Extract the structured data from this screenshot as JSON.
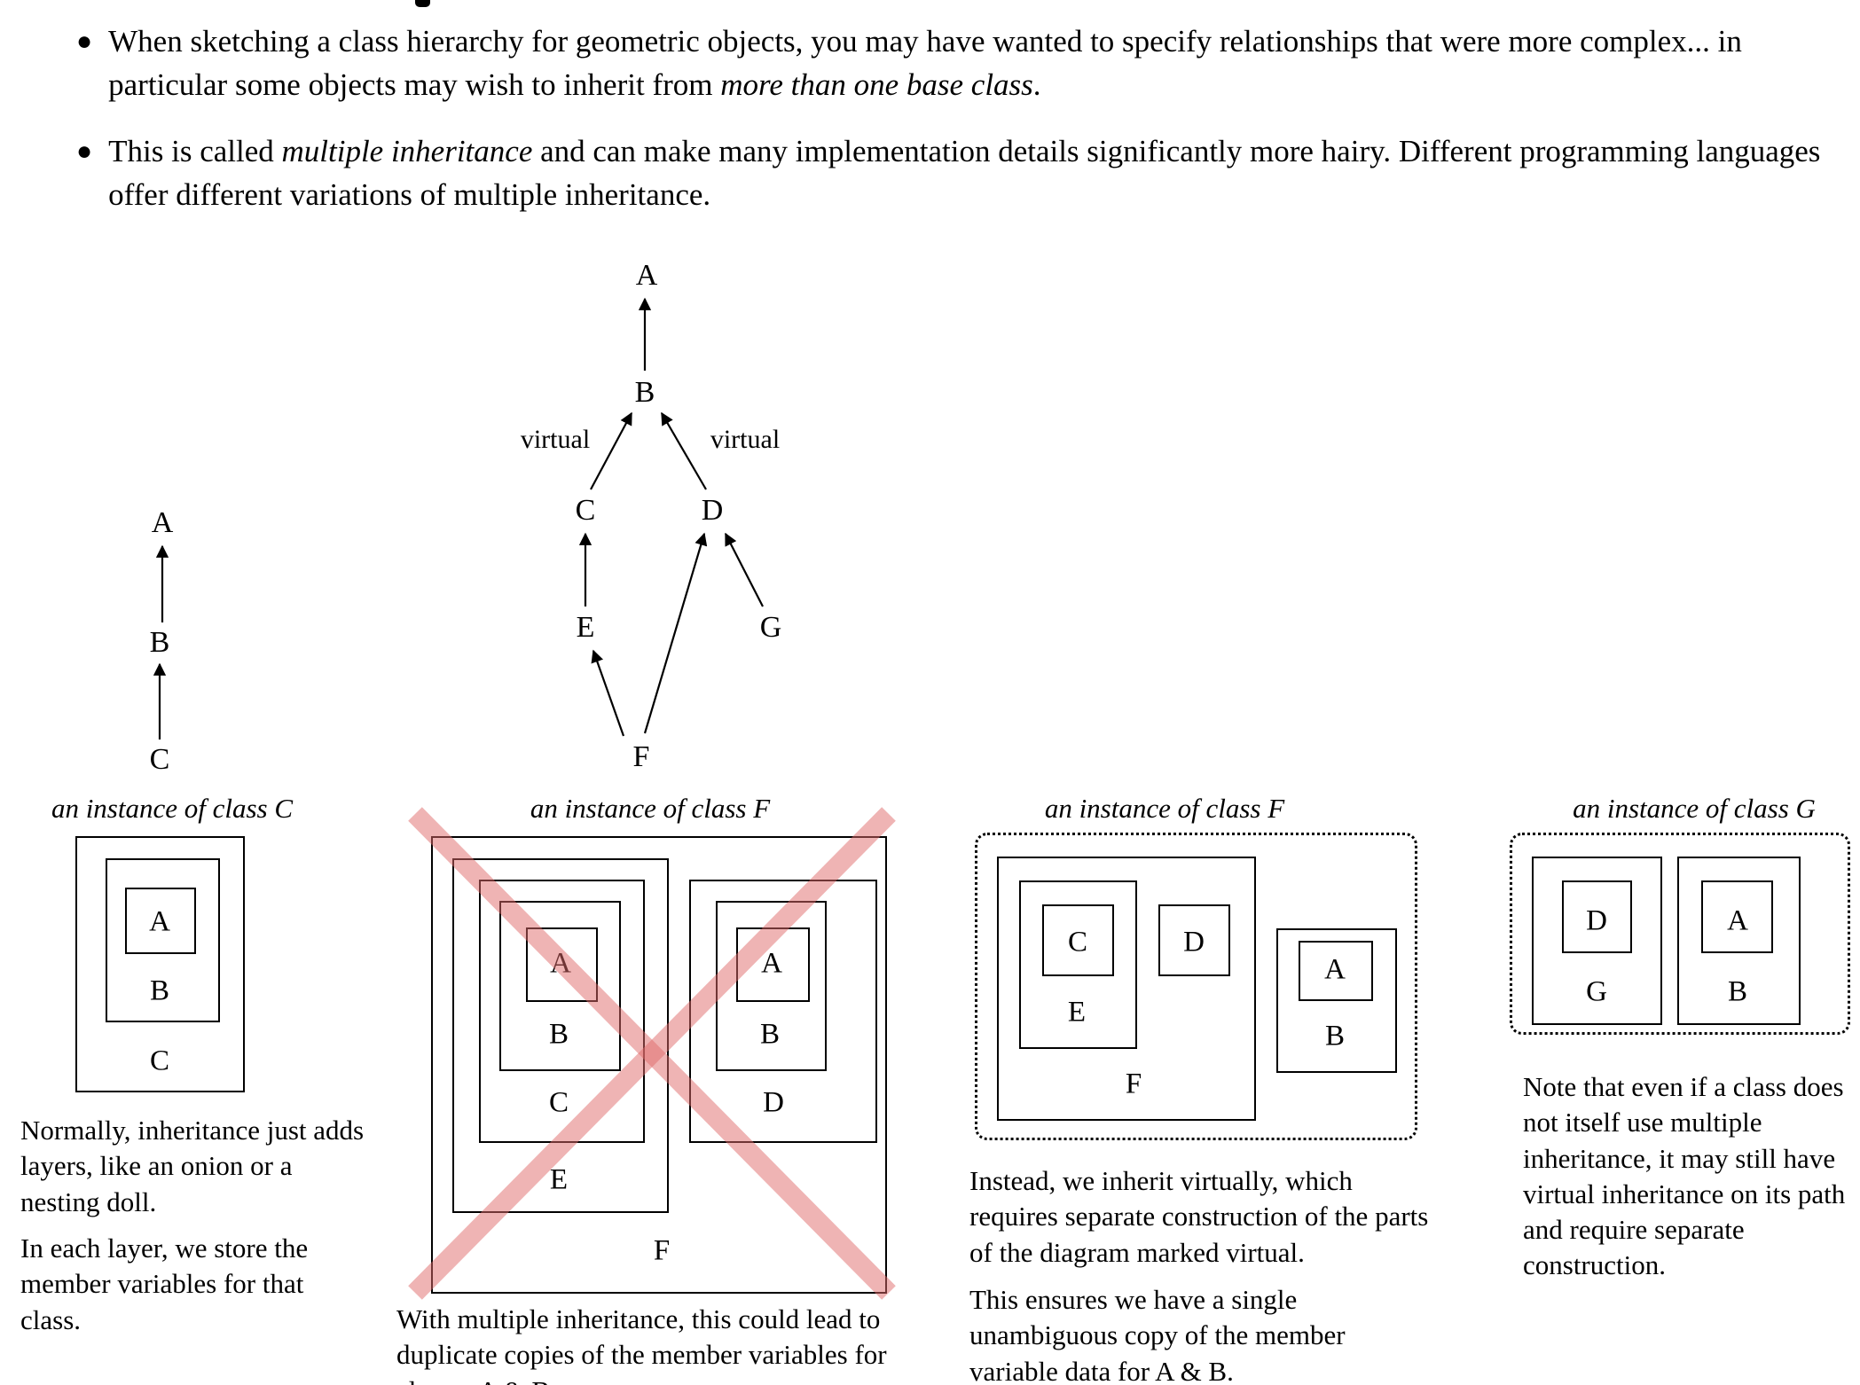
{
  "class_labels": {
    "A": "A",
    "B": "B",
    "C": "C",
    "D": "D",
    "E": "E",
    "F": "F",
    "G": "G"
  },
  "hierarchy": {
    "virtual_left": "virtual",
    "virtual_right": "virtual"
  },
  "bullets": [
    {
      "pre": "When sketching a class hierarchy for geometric objects, you may have wanted to specify relationships that were more complex... in particular some objects may wish to inherit from ",
      "em": "more than one base class",
      "post": "."
    },
    {
      "pre": "This is called ",
      "em": "multiple inheritance",
      "post": " and can make many implementation details significantly more hairy.  Different programming languages offer different variations of multiple inheritance."
    }
  ],
  "panels": {
    "c": {
      "caption": "an instance of class C",
      "note1": "Normally, inheritance just adds layers, like an onion or a nesting doll.",
      "note2": "In each layer, we store the member variables for that class."
    },
    "f_bad": {
      "caption": "an instance of class F",
      "note": "With multiple inheritance, this could lead to duplicate copies of the member variables for classes A & B."
    },
    "f_virtual": {
      "caption": "an instance of class F",
      "note1": "Instead, we inherit virtually, which requires separate construction of the parts of the diagram marked virtual.",
      "note2": "This ensures we have a single unambiguous copy of the member variable data for A & B."
    },
    "g": {
      "caption": "an instance of class G",
      "note": "Note that even if a class does not itself use multiple inheritance, it may still have virtual inheritance on its path and require separate construction."
    }
  }
}
